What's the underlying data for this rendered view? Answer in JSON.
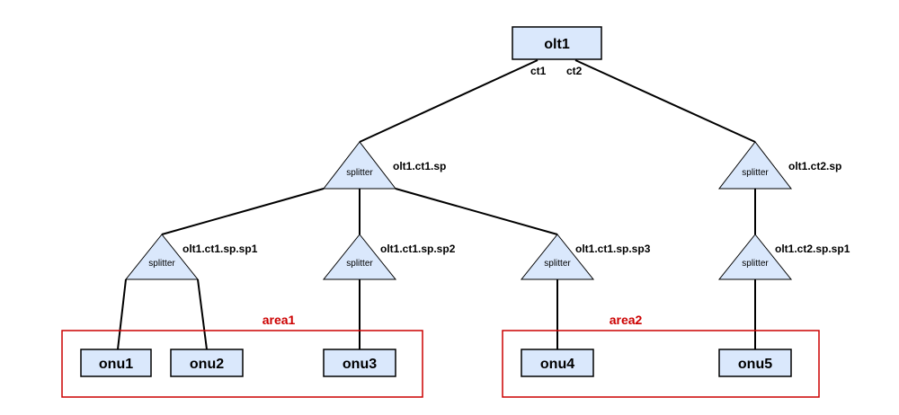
{
  "colors": {
    "node_fill": "#dae8fc",
    "stroke": "#000000",
    "area": "#cc0000"
  },
  "olt": {
    "label": "olt1",
    "ports": [
      "ct1",
      "ct2"
    ]
  },
  "splitters": [
    {
      "id": "olt1-ct1-sp",
      "shape_label": "splitter",
      "name": "olt1.ct1.sp"
    },
    {
      "id": "olt1-ct2-sp",
      "shape_label": "splitter",
      "name": "olt1.ct2.sp"
    },
    {
      "id": "olt1-ct1-sp-sp1",
      "shape_label": "splitter",
      "name": "olt1.ct1.sp.sp1"
    },
    {
      "id": "olt1-ct1-sp-sp2",
      "shape_label": "splitter",
      "name": "olt1.ct1.sp.sp2"
    },
    {
      "id": "olt1-ct1-sp-sp3",
      "shape_label": "splitter",
      "name": "olt1.ct1.sp.sp3"
    },
    {
      "id": "olt1-ct2-sp-sp1",
      "shape_label": "splitter",
      "name": "olt1.ct2.sp.sp1"
    }
  ],
  "onus": [
    {
      "id": "onu1",
      "label": "onu1"
    },
    {
      "id": "onu2",
      "label": "onu2"
    },
    {
      "id": "onu3",
      "label": "onu3"
    },
    {
      "id": "onu4",
      "label": "onu4"
    },
    {
      "id": "onu5",
      "label": "onu5"
    }
  ],
  "areas": [
    {
      "id": "area1",
      "label": "area1"
    },
    {
      "id": "area2",
      "label": "area2"
    }
  ]
}
